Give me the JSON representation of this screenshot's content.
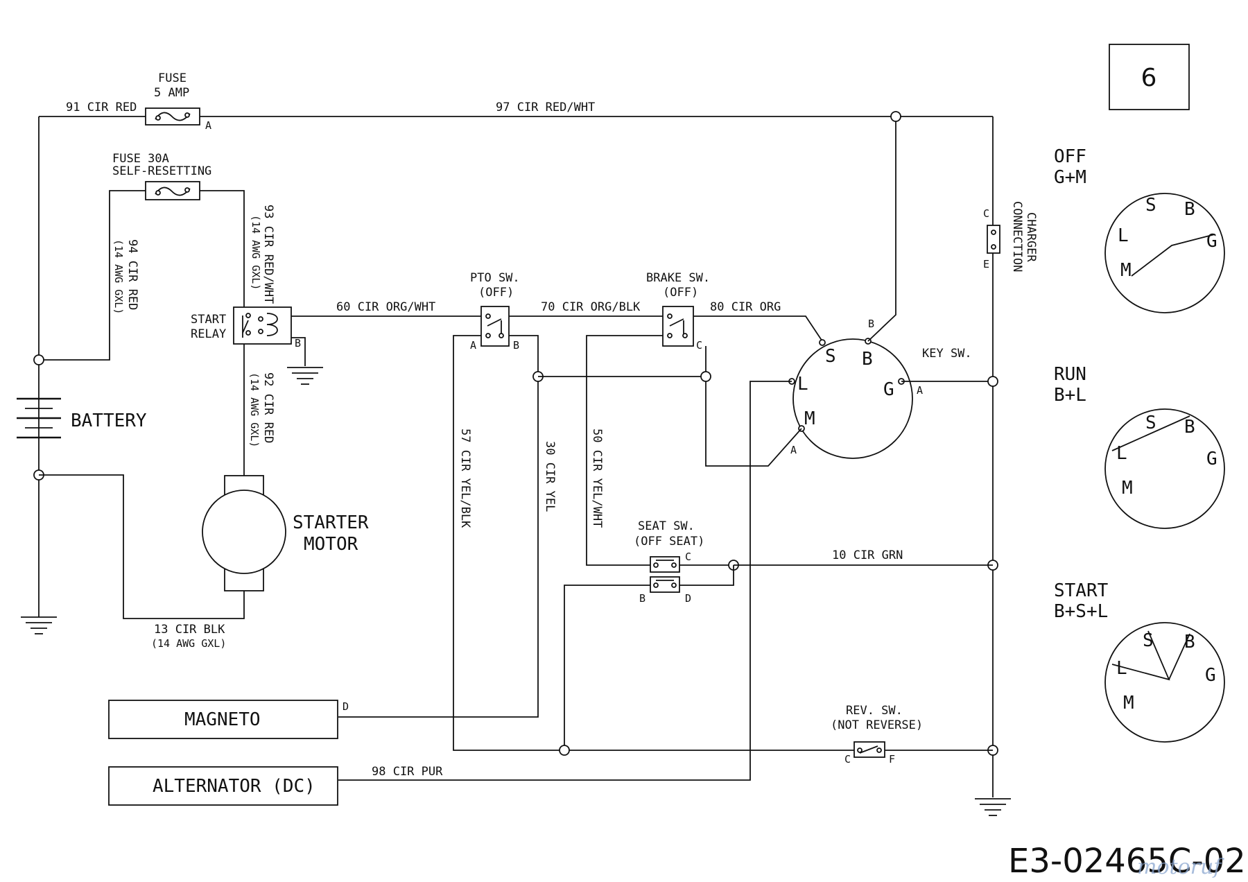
{
  "sheet_number": "6",
  "drawing_number": "E3-02465C-02",
  "watermark": "motoruf",
  "components": {
    "fuse_5a": {
      "title": "FUSE",
      "sub": "5 AMP",
      "terminal": "A"
    },
    "fuse_30a": {
      "title": "FUSE 30A",
      "sub": "SELF-RESETTING"
    },
    "battery": "BATTERY",
    "start_relay": {
      "line1": "START",
      "line2": "RELAY",
      "terminal": "B"
    },
    "starter_motor": {
      "line1": "STARTER",
      "line2": "MOTOR"
    },
    "pto_switch": {
      "title": "PTO SW.",
      "state": "(OFF)",
      "term_a": "A",
      "term_b": "B"
    },
    "brake_switch": {
      "title": "BRAKE SW.",
      "state": "(OFF)",
      "term_c": "C"
    },
    "charger": {
      "line1": "CHARGER",
      "line2": "CONNECTION",
      "term_c": "C",
      "term_e": "E"
    },
    "key_switch": {
      "title": "KEY SW.",
      "S": "S",
      "B": "B",
      "L": "L",
      "G": "G",
      "M": "M",
      "ext_b": "B",
      "ext_a": "A",
      "ext_a2": "A"
    },
    "seat_switch": {
      "title": "SEAT SW.",
      "state": "(OFF SEAT)",
      "C": "C",
      "B": "B",
      "D": "D"
    },
    "rev_switch": {
      "title": "REV. SW.",
      "state": "(NOT REVERSE)",
      "C": "C",
      "F": "F"
    },
    "magneto": {
      "label": "MAGNETO",
      "terminal": "D"
    },
    "alternator": {
      "label": "ALTERNATOR (DC)"
    }
  },
  "wires": {
    "w91": "91 CIR RED",
    "w97": "97 CIR RED/WHT",
    "w94": "94 CIR RED",
    "w94g": "(14 AWG GXL)",
    "w93": "93 CIR RED/WHT",
    "w93g": "(14 AWG GXL)",
    "w92": "92 CIR RED",
    "w92g": "(14 AWG GXL)",
    "w60": "60 CIR ORG/WHT",
    "w70": "70 CIR ORG/BLK",
    "w80": "80 CIR ORG",
    "w57": "57 CIR YEL/BLK",
    "w30": "30 CIR YEL",
    "w50": "50 CIR YEL/WHT",
    "w10": "10 CIR GRN",
    "w13": "13 CIR BLK",
    "w13g": "(14 AWG GXL)",
    "w98": "98 CIR PUR"
  },
  "positions": [
    {
      "title": "OFF",
      "combo": "G+M"
    },
    {
      "title": "RUN",
      "combo": "B+L"
    },
    {
      "title": "START",
      "combo": "B+S+L"
    }
  ],
  "dial_letters": {
    "S": "S",
    "B": "B",
    "L": "L",
    "G": "G",
    "M": "M"
  }
}
